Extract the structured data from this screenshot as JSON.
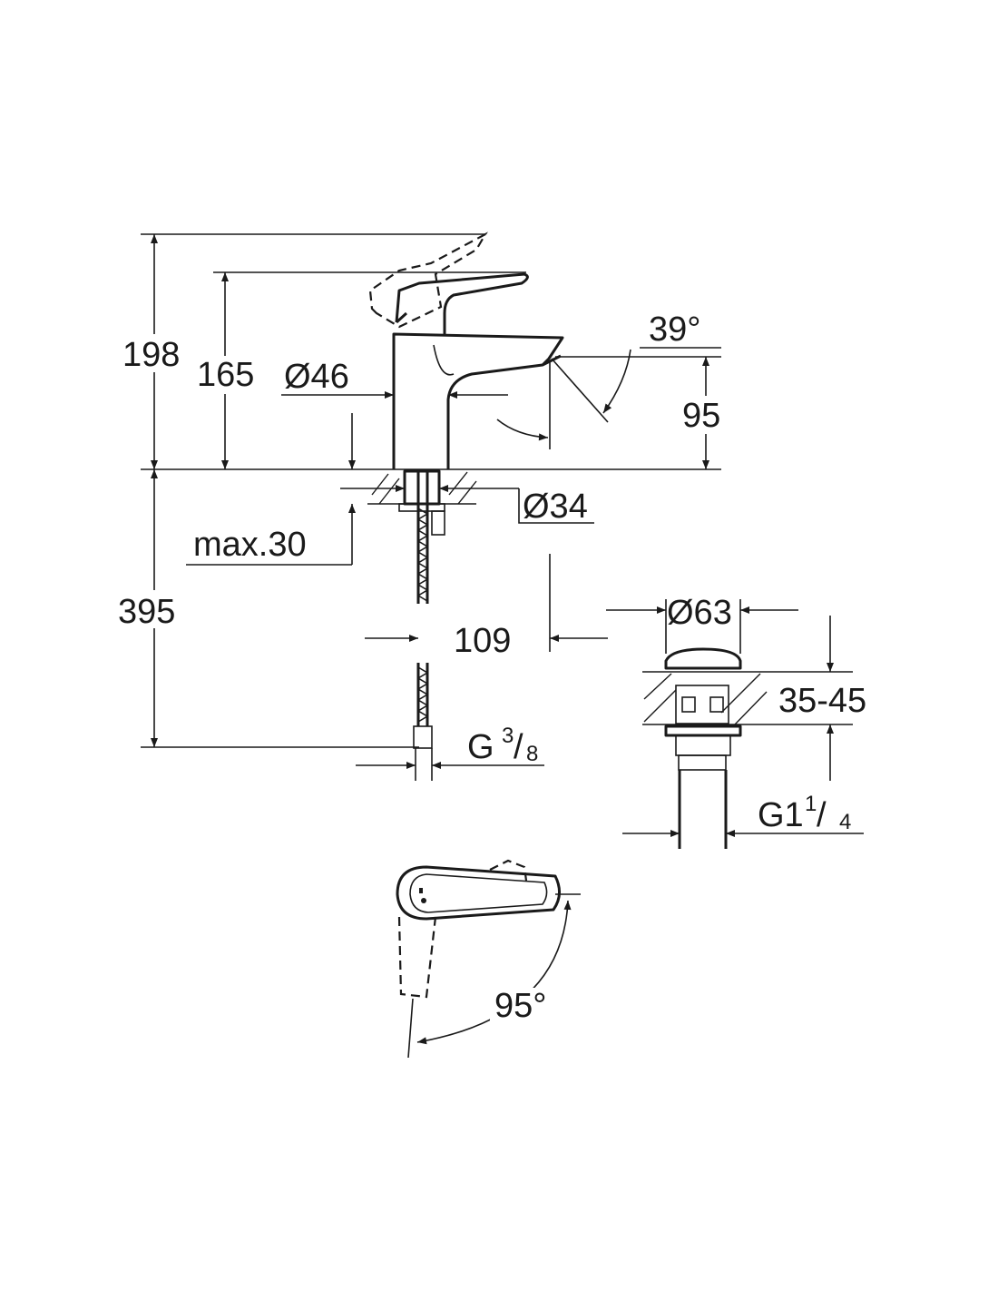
{
  "drawing": {
    "title": "Basin mixer technical drawing",
    "dimensions": {
      "total_height": "198",
      "spout_height_top": "165",
      "body_diameter": "Ø46",
      "spout_angle": "39°",
      "spout_outlet_height": "95",
      "hole_diameter": "Ø34",
      "max_deck_thickness": "max.30",
      "hose_length": "395",
      "spout_projection": "109",
      "hose_connection_prefix": "G",
      "hose_connection_num": "3",
      "hose_connection_den": "8",
      "waste_diameter": "Ø63",
      "waste_deck_range": "35-45",
      "waste_thread_prefix": "G1",
      "waste_thread_num": "1",
      "waste_thread_den": "4",
      "lever_rotation": "95°"
    },
    "color": "#1a1a1a"
  }
}
